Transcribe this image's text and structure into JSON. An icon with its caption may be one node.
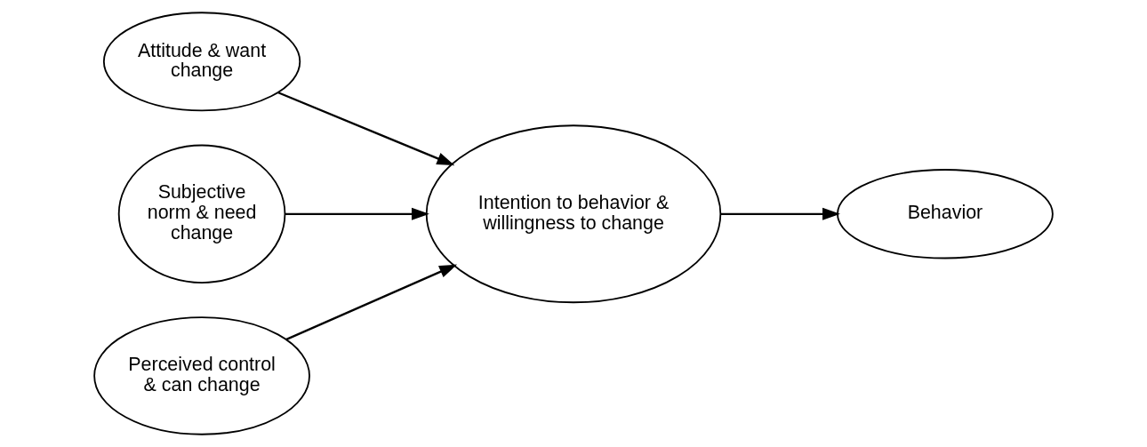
{
  "diagram": {
    "nodes": [
      {
        "text": [
          "Attitude & want change"
        ]
      },
      {
        "text": [
          "Subjective norm & need change"
        ]
      },
      {
        "text": [
          "Perceived control & can change"
        ]
      },
      {
        "text": [
          "Intention to behavior & willingness to change"
        ]
      },
      {
        "text": [
          "Behavior"
        ]
      }
    ],
    "edges": [
      {
        "from": 0,
        "to": 3,
        "arrow": "to"
      },
      {
        "from": 1,
        "to": 3,
        "arrow": "to"
      },
      {
        "from": 2,
        "to": 3,
        "arrow": "to"
      },
      {
        "from": 3,
        "to": 4,
        "arrow": "to"
      }
    ]
  }
}
